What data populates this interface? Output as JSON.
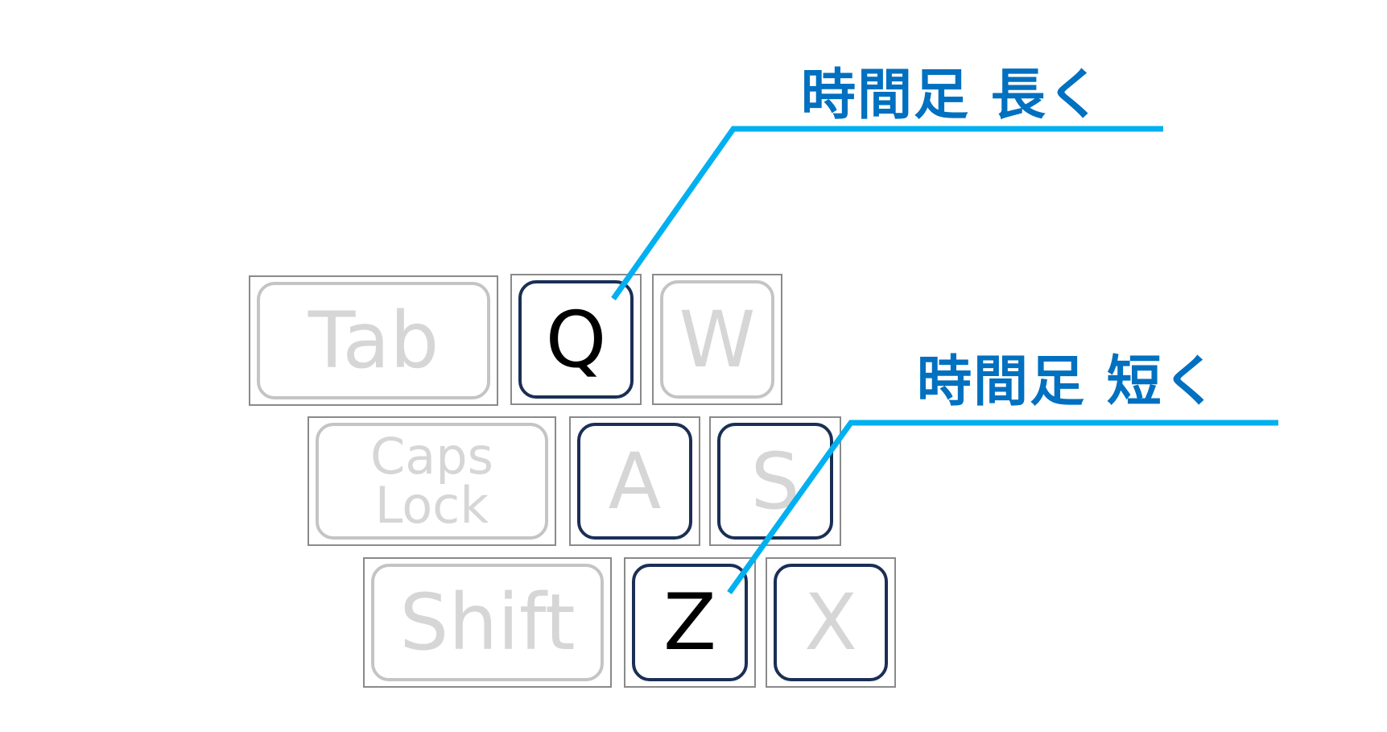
{
  "labels": {
    "long": "時間足 長く",
    "short": "時間足 短く"
  },
  "keys": {
    "tab": "Tab",
    "q": "Q",
    "w": "W",
    "caps_line1": "Caps",
    "caps_line2": "Lock",
    "a": "A",
    "s": "S",
    "shift": "Shift",
    "z": "Z",
    "x": "X"
  },
  "colors": {
    "title": "#0070C0",
    "leader": "#00B0F0",
    "key_active_border": "#1b2f55",
    "key_inactive_text": "#d6d6d6"
  }
}
